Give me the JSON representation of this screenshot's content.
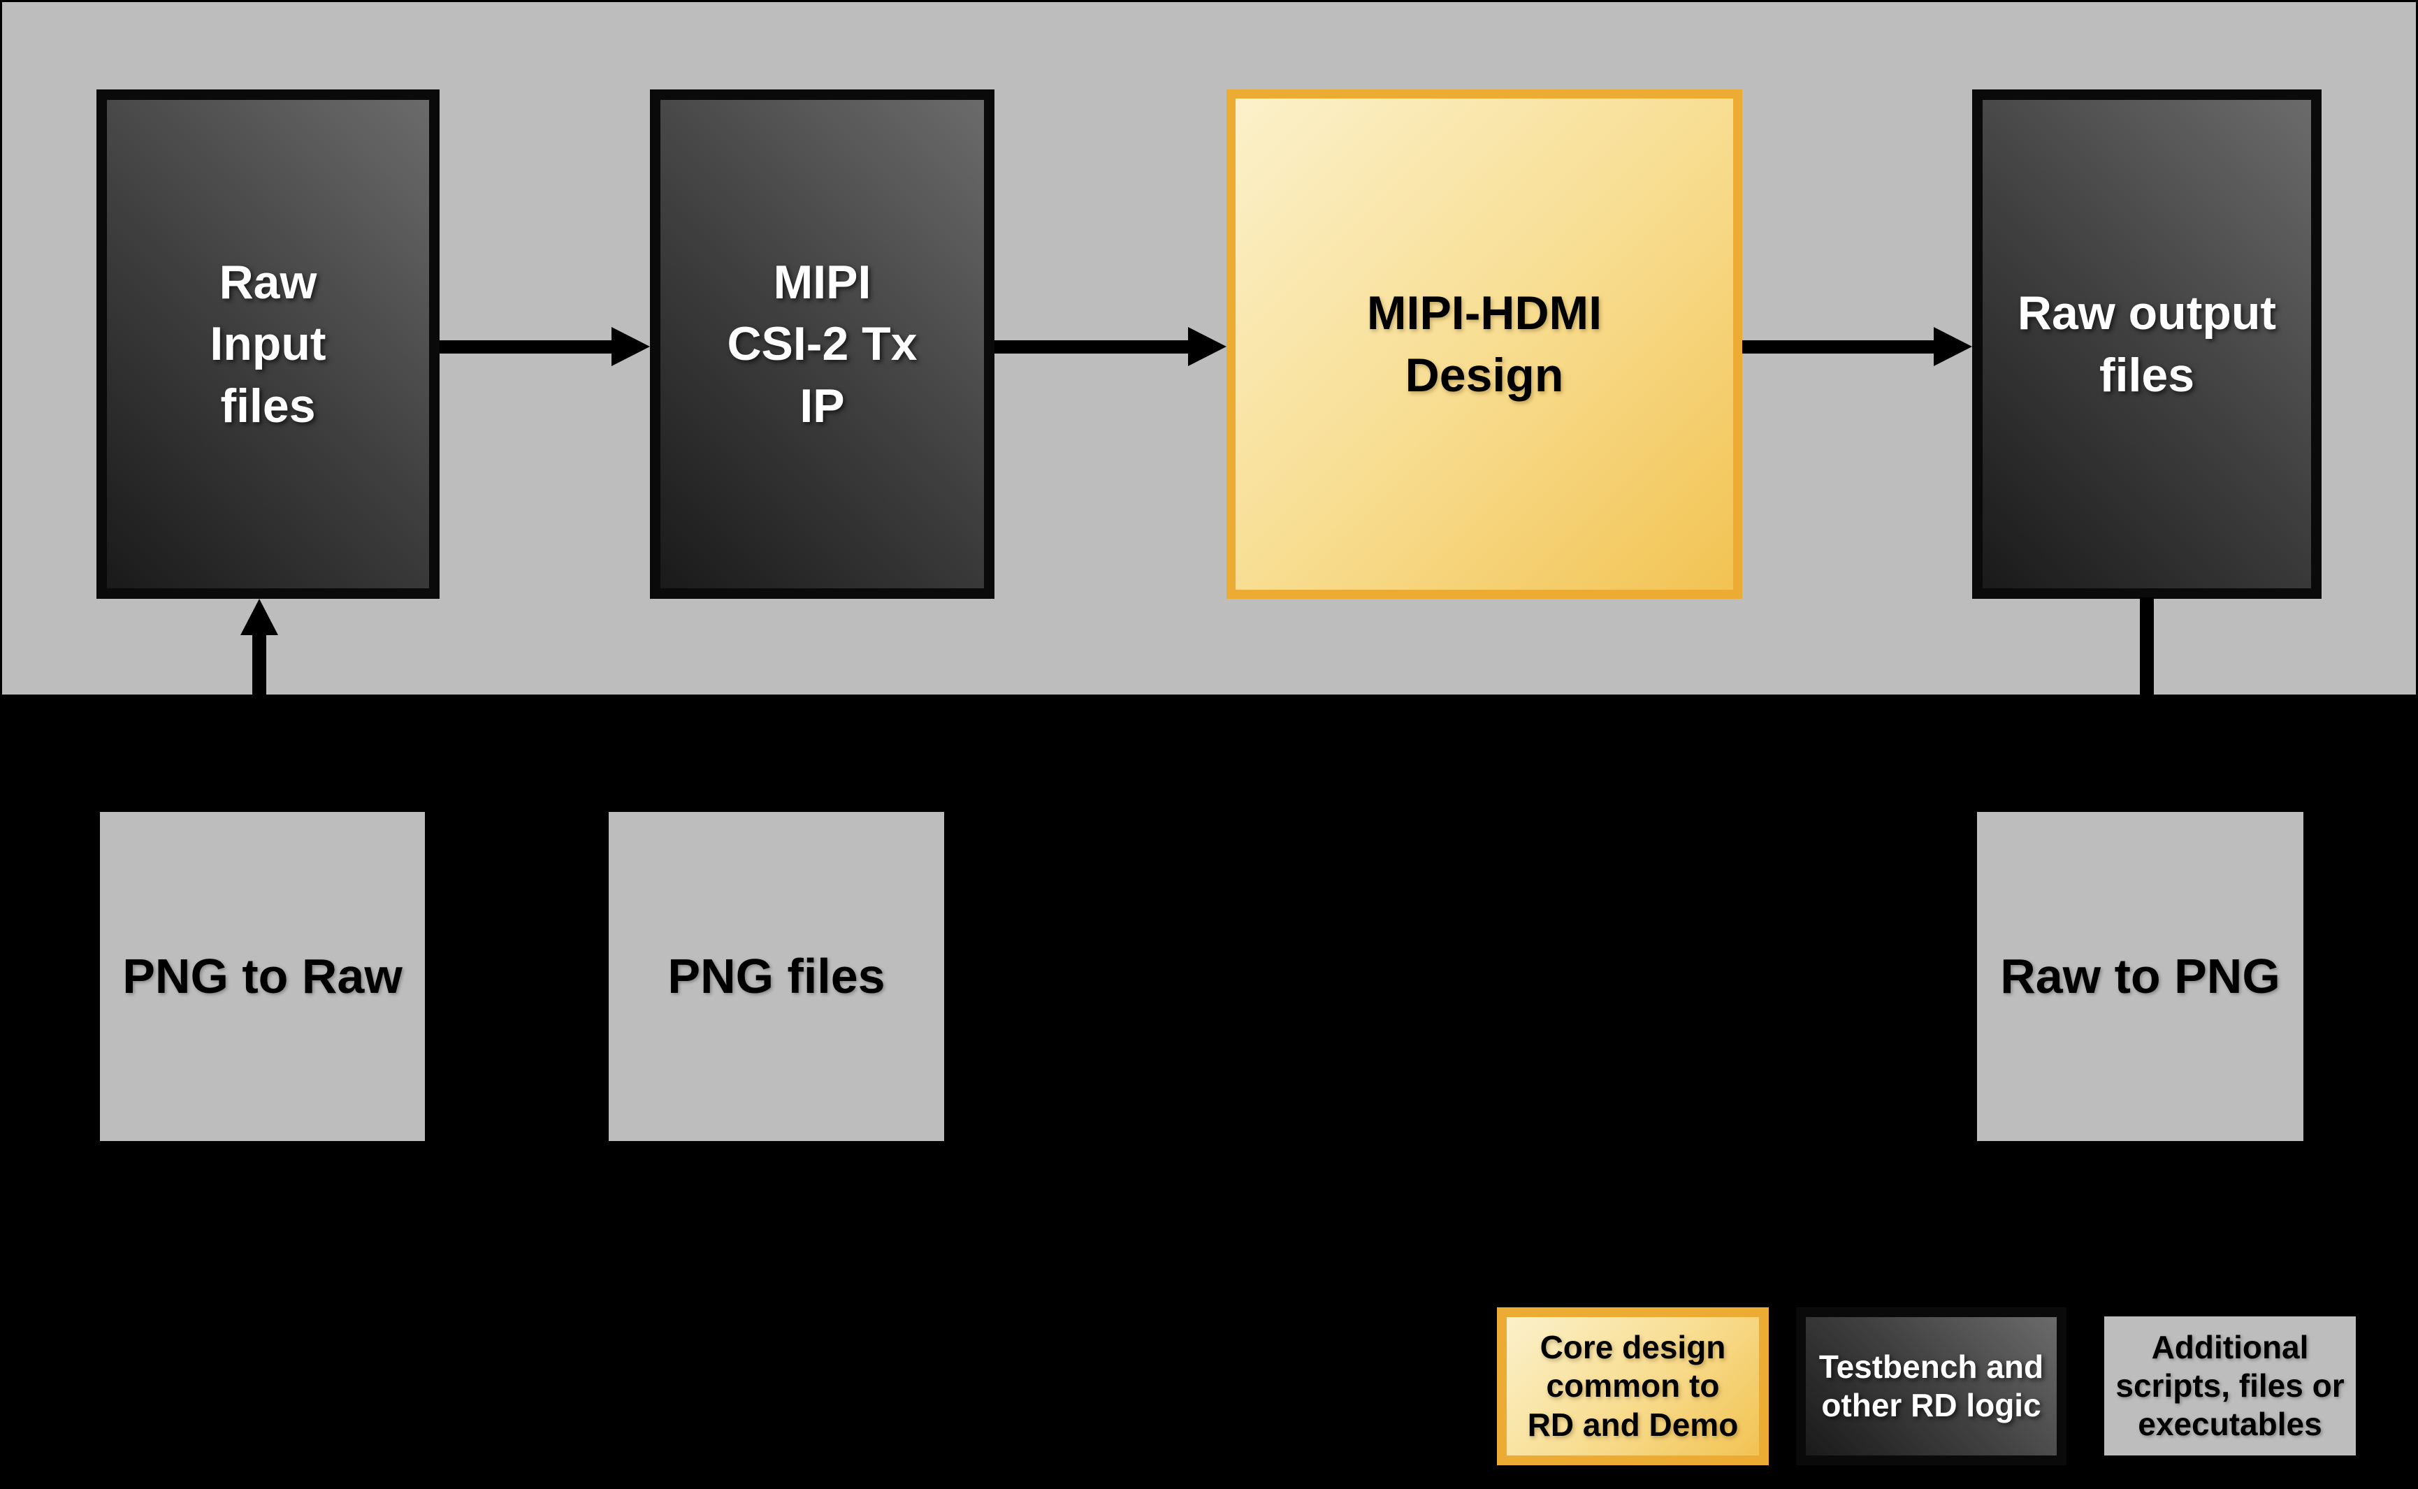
{
  "blocks": {
    "raw_input": {
      "label": "Raw\nInput\nfiles"
    },
    "mipi_csi2": {
      "label": "MIPI\nCSI-2 Tx\nIP"
    },
    "mipi_hdmi": {
      "label": "MIPI-HDMI\nDesign"
    },
    "raw_output": {
      "label": "Raw output\nfiles"
    },
    "png_to_raw": {
      "label": "PNG to Raw"
    },
    "png_files": {
      "label": "PNG files"
    },
    "raw_to_png": {
      "label": "Raw to PNG"
    }
  },
  "legend": {
    "core": {
      "label": "Core design\ncommon to\nRD and Demo"
    },
    "testbench": {
      "label": "Testbench and\nother RD logic"
    },
    "additional": {
      "label": "Additional\nscripts, files or\nexecutables"
    }
  },
  "colors": {
    "background": "#000000",
    "band_gray": "#BDBDBD",
    "script_box_gray": "#BDBDBD",
    "core_border_orange": "#ECAC33",
    "core_fill_light": "#FBF1CB",
    "core_fill_dark": "#F2C353",
    "dark_fill_light": "#6B6B6B",
    "dark_fill_dark": "#1A1A1A",
    "dark_border": "#0A0A0A",
    "arrow": "#000000",
    "text_on_dark": "#FFFFFF",
    "text_on_light": "#000000"
  }
}
